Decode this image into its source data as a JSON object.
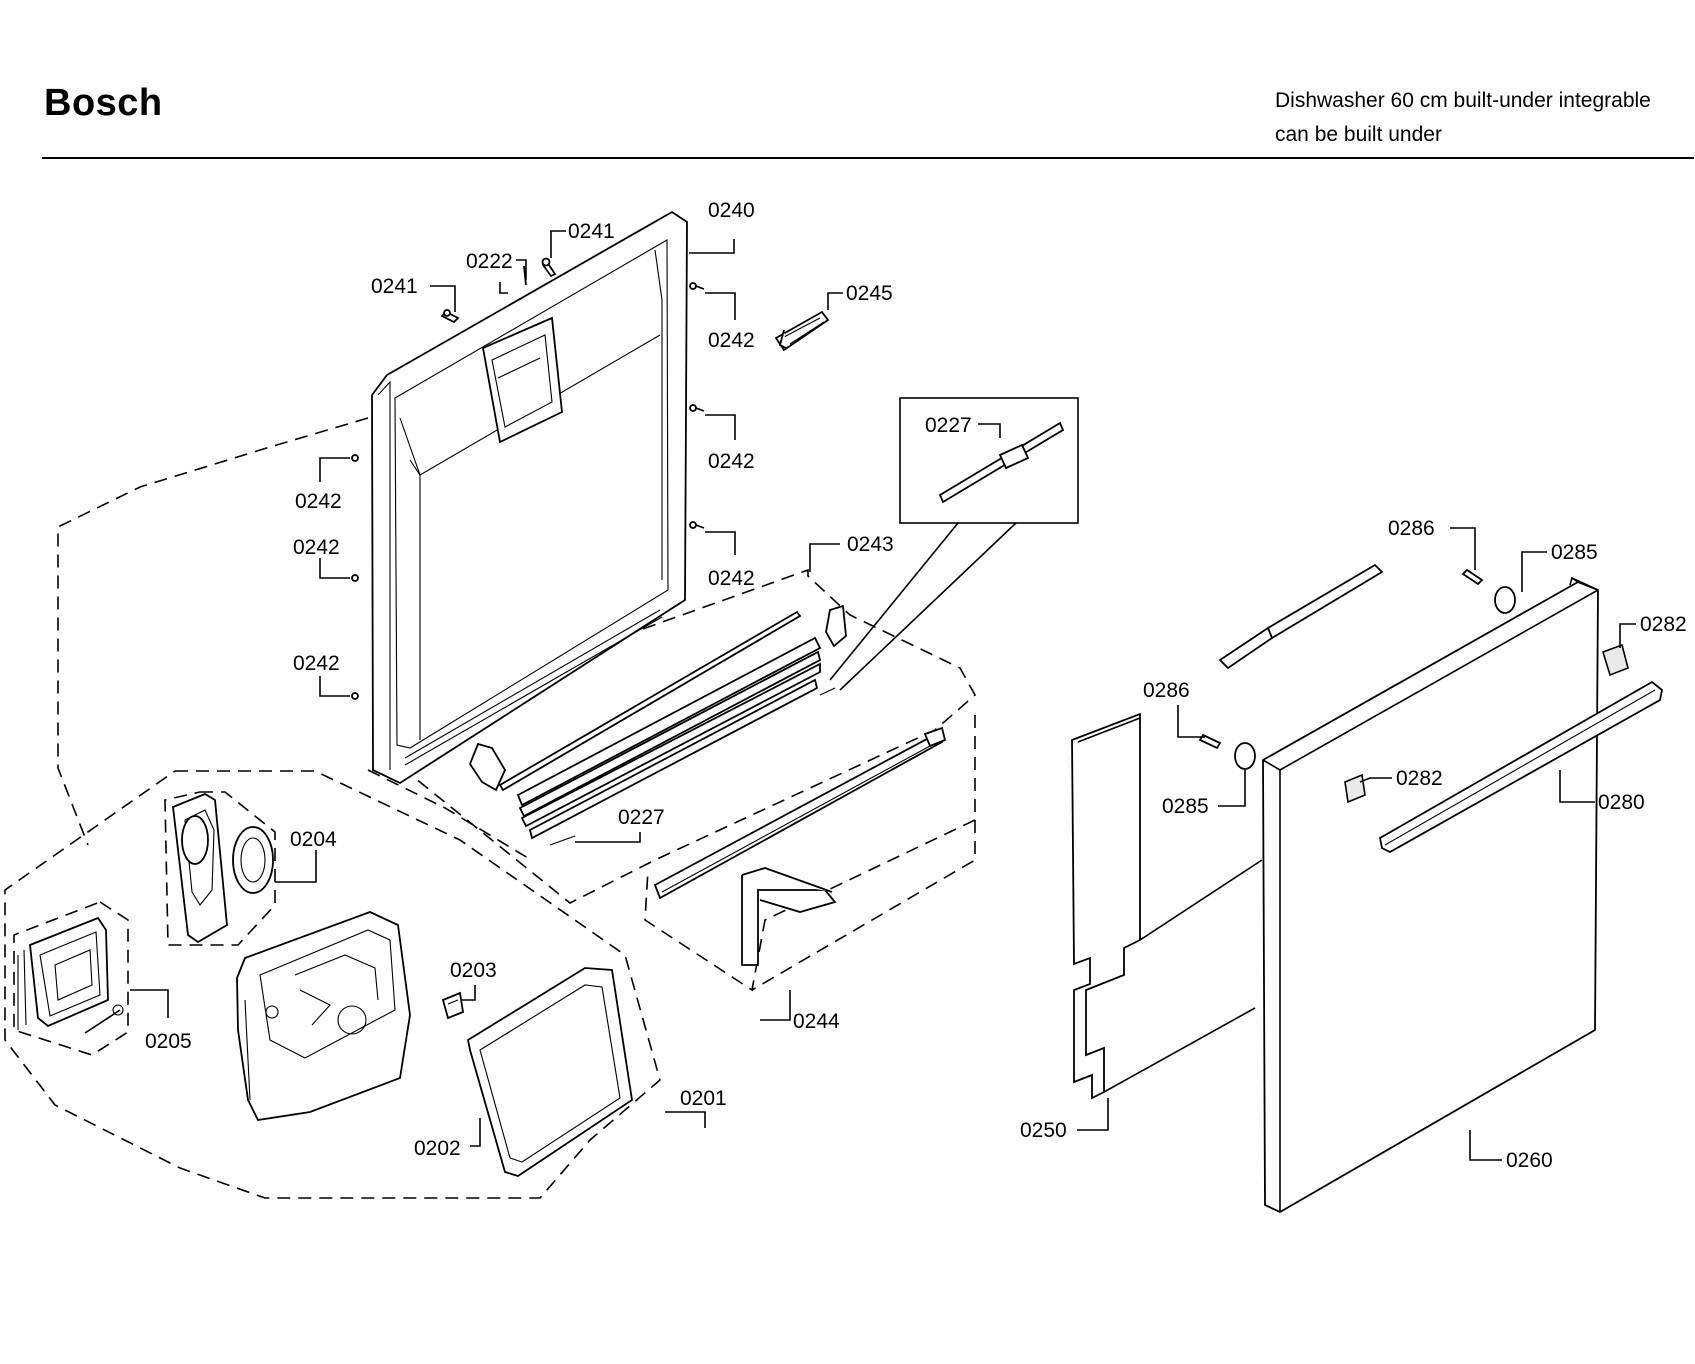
{
  "header": {
    "brand": "Bosch",
    "description_line1": "Dishwasher 60 cm built-under integrable",
    "description_line2": "can be built under"
  },
  "callouts": [
    "0240",
    "0241",
    "0222",
    "0241",
    "0245",
    "0242",
    "0242",
    "0242",
    "0242",
    "0242",
    "0242",
    "0227",
    "0243",
    "0227",
    "0204",
    "0205",
    "0203",
    "0201",
    "0202",
    "0244",
    "0286",
    "0285",
    "0282",
    "0286",
    "0285",
    "0282",
    "0280",
    "0250",
    "0260"
  ]
}
